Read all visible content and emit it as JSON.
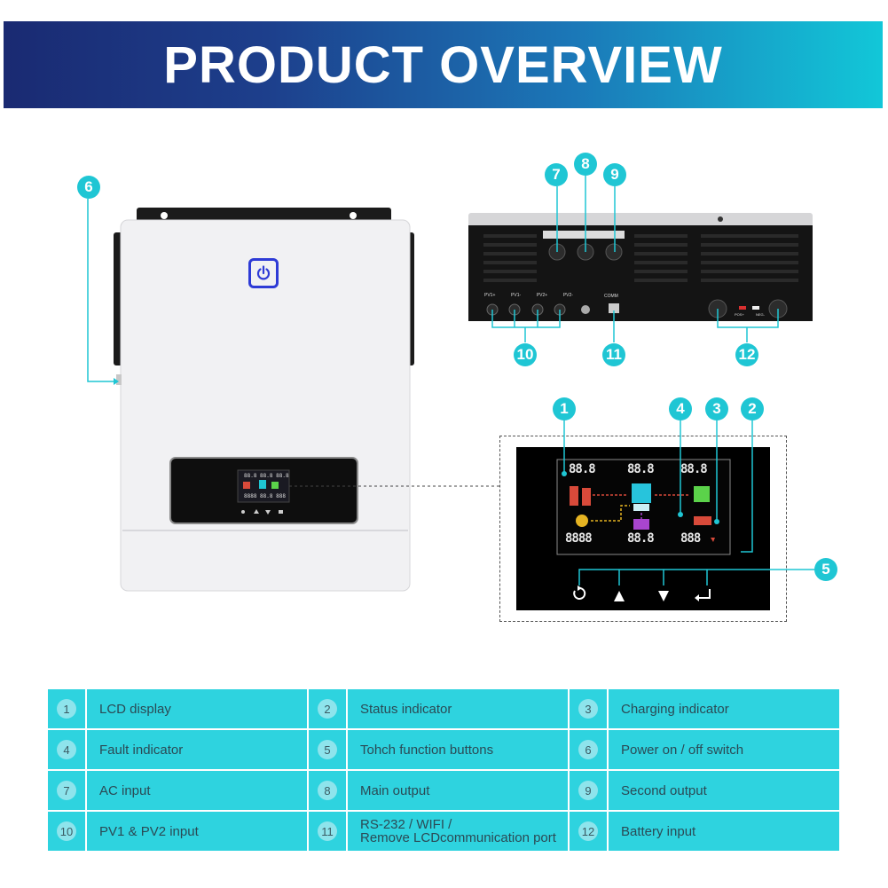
{
  "banner": {
    "title": "PRODUCT OVERVIEW"
  },
  "callouts": [
    "1",
    "2",
    "3",
    "4",
    "5",
    "6",
    "7",
    "8",
    "9",
    "10",
    "11",
    "12"
  ],
  "rear_panel": {
    "pv_labels": [
      "PV1+",
      "PV1-",
      "PV2+",
      "PV2-"
    ],
    "comm_label": "COMM",
    "battery_labels": [
      "POS+",
      "NEG-"
    ]
  },
  "lcd": {
    "seg_a": "88.8",
    "seg_b": "88.8",
    "seg_c": "88.8",
    "seg_d": "8888",
    "seg_e": "88.8",
    "seg_f": "888"
  },
  "colors": {
    "accent": "#1fc6d4",
    "table_bg": "#2ed3df",
    "banner_left": "#1a2a72",
    "banner_right": "#12c7d8"
  },
  "icons": [
    "power-icon",
    "refresh-icon",
    "arrow-up-icon",
    "arrow-down-icon",
    "enter-icon"
  ],
  "spec_table": [
    [
      {
        "num": "1",
        "label": "LCD display"
      },
      {
        "num": "2",
        "label": "Status indicator"
      },
      {
        "num": "3",
        "label": "Charging indicator"
      }
    ],
    [
      {
        "num": "4",
        "label": "Fault indicator"
      },
      {
        "num": "5",
        "label": "Tohch function buttons"
      },
      {
        "num": "6",
        "label": "Power on / off switch"
      }
    ],
    [
      {
        "num": "7",
        "label": "AC input"
      },
      {
        "num": "8",
        "label": "Main output"
      },
      {
        "num": "9",
        "label": "Second output"
      }
    ],
    [
      {
        "num": "10",
        "label": "PV1 & PV2 input"
      },
      {
        "num": "11",
        "label": "RS-232 / WIFI /\nRemove LCDcommunication port"
      },
      {
        "num": "12",
        "label": "Battery input"
      }
    ]
  ]
}
